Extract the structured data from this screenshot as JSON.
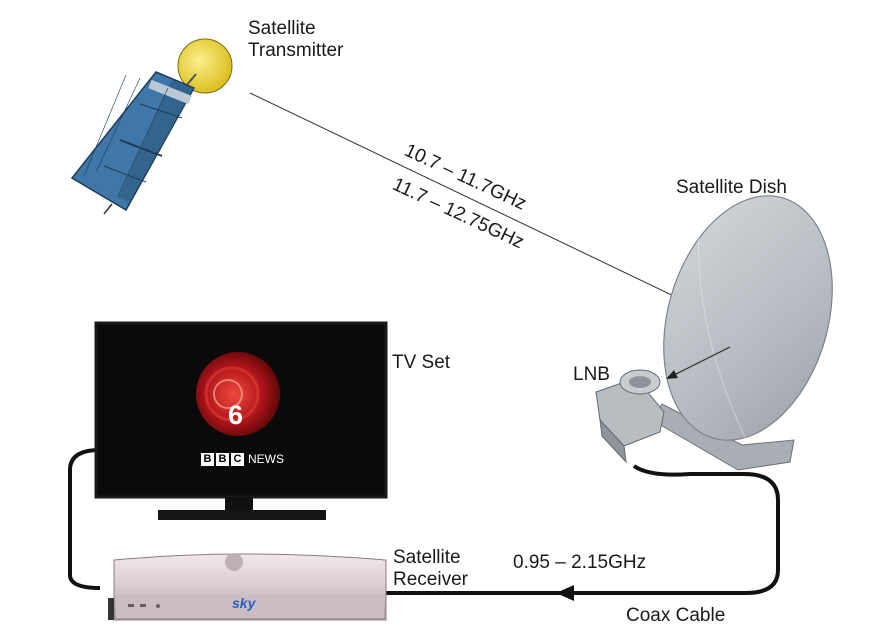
{
  "labels": {
    "satellite_line1": "Satellite",
    "satellite_line2": "Transmitter",
    "dish": "Satellite Dish",
    "lnb": "LNB",
    "tv": "TV Set",
    "receiver_line1": "Satellite",
    "receiver_line2": "Receiver",
    "coax": "Coax Cable"
  },
  "frequencies": {
    "downlink_low": "10.7 – 11.7GHz",
    "downlink_high": "11.7 – 12.75GHz",
    "if_band": "0.95 – 2.15GHz"
  },
  "screen": {
    "channel": "6",
    "bbc": [
      "B",
      "B",
      "C"
    ],
    "news": "NEWS"
  },
  "receiver_brand": "sky",
  "colors": {
    "satellite_body": "#3f78a8",
    "satellite_sphere": "#f3dd4a",
    "dish": "#b9bec4",
    "screen_bg": "#000000",
    "logo_red": "#b2151a",
    "receiver_body": "#ddd0d6",
    "cable": "#111111"
  }
}
